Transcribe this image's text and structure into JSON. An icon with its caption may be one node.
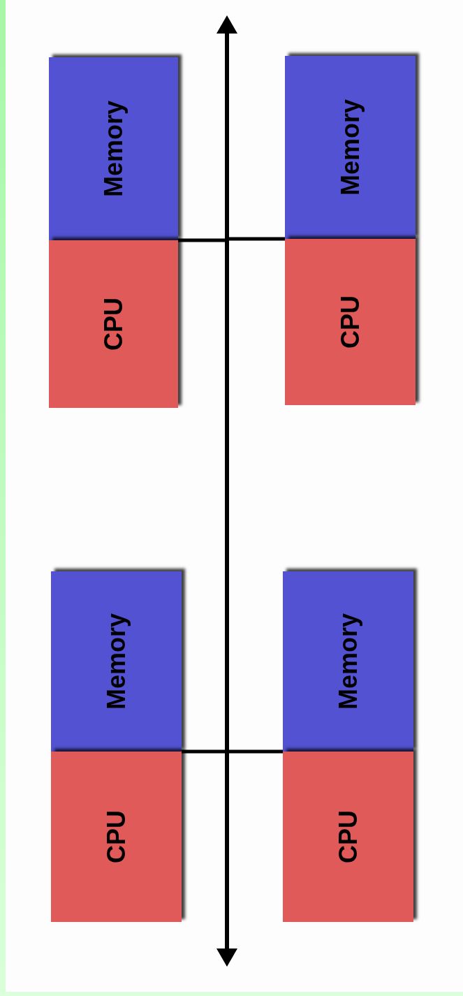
{
  "diagram": {
    "nodes": [
      {
        "text": [
          "Memory"
        ]
      },
      {
        "text": [
          "CPU"
        ]
      },
      {
        "text": [
          "Memory"
        ]
      },
      {
        "text": [
          "CPU"
        ]
      },
      {
        "text": [],
        "shape": "bar"
      },
      {
        "text": [
          "Memory"
        ]
      },
      {
        "text": [
          "CPU"
        ]
      },
      {
        "text": [
          "Memory"
        ]
      },
      {
        "text": [
          "CPU"
        ]
      }
    ],
    "edges": [
      {
        "from": 0,
        "to": 4,
        "arrow": "none"
      },
      {
        "from": 2,
        "to": 4,
        "arrow": "none"
      },
      {
        "from": 5,
        "to": 4,
        "arrow": "none"
      },
      {
        "from": 7,
        "to": 4,
        "arrow": "none"
      }
    ]
  }
}
